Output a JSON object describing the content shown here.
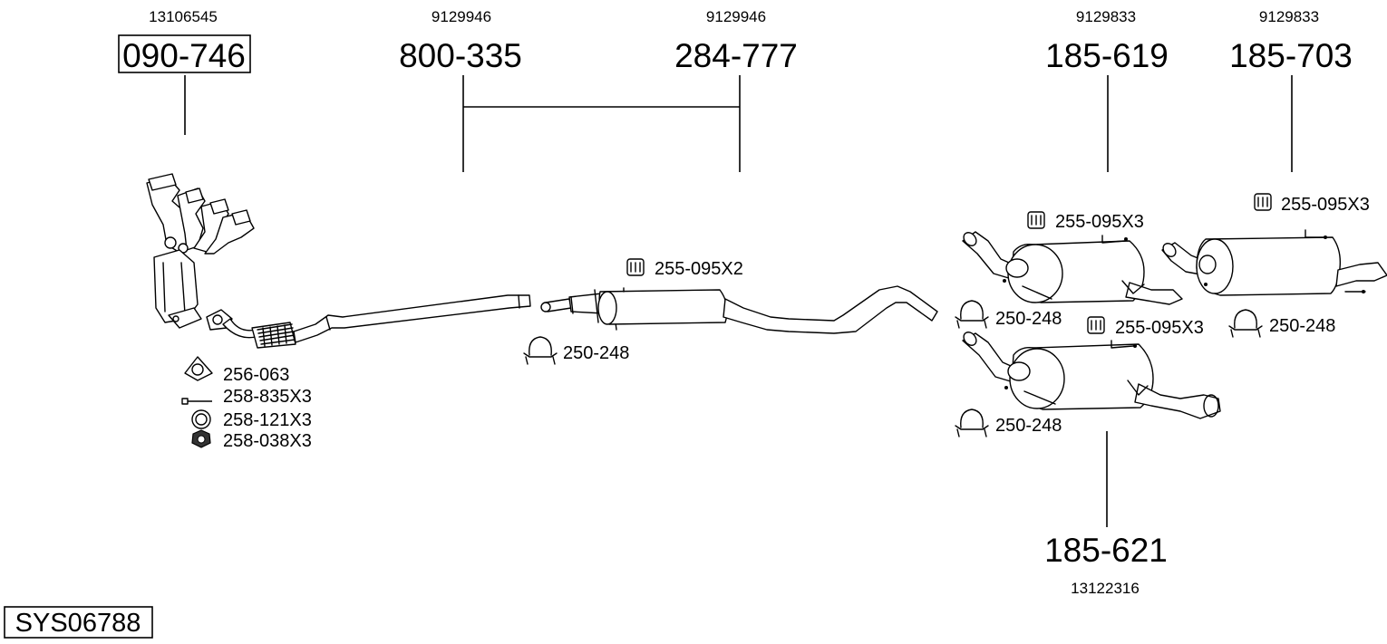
{
  "oe_numbers": {
    "manifold": "13106545",
    "front_pipe": "9129946",
    "center_silencer": "9129946",
    "rear_silencer_a": "9129833",
    "rear_silencer_b": "9129833",
    "rear_silencer_c": "13122316"
  },
  "part_numbers": {
    "manifold": "090-746",
    "front_pipe": "800-335",
    "center_silencer": "284-777",
    "rear_silencer_a": "185-619",
    "rear_silencer_b": "185-703",
    "rear_silencer_c": "185-621"
  },
  "accessories": {
    "gasket": "256-063",
    "bolt": "258-835X3",
    "ring": "258-121X3",
    "nut": "258-038X3",
    "clamp_center": "250-248",
    "rubber_center": "255-095X2",
    "rubber_rear_a": "255-095X3",
    "clamp_rear_a": "250-248",
    "rubber_rear_b": "255-095X3",
    "clamp_rear_b": "250-248",
    "rubber_rear_c": "255-095X3",
    "clamp_rear_c": "250-248"
  },
  "system_id": "SYS06788"
}
